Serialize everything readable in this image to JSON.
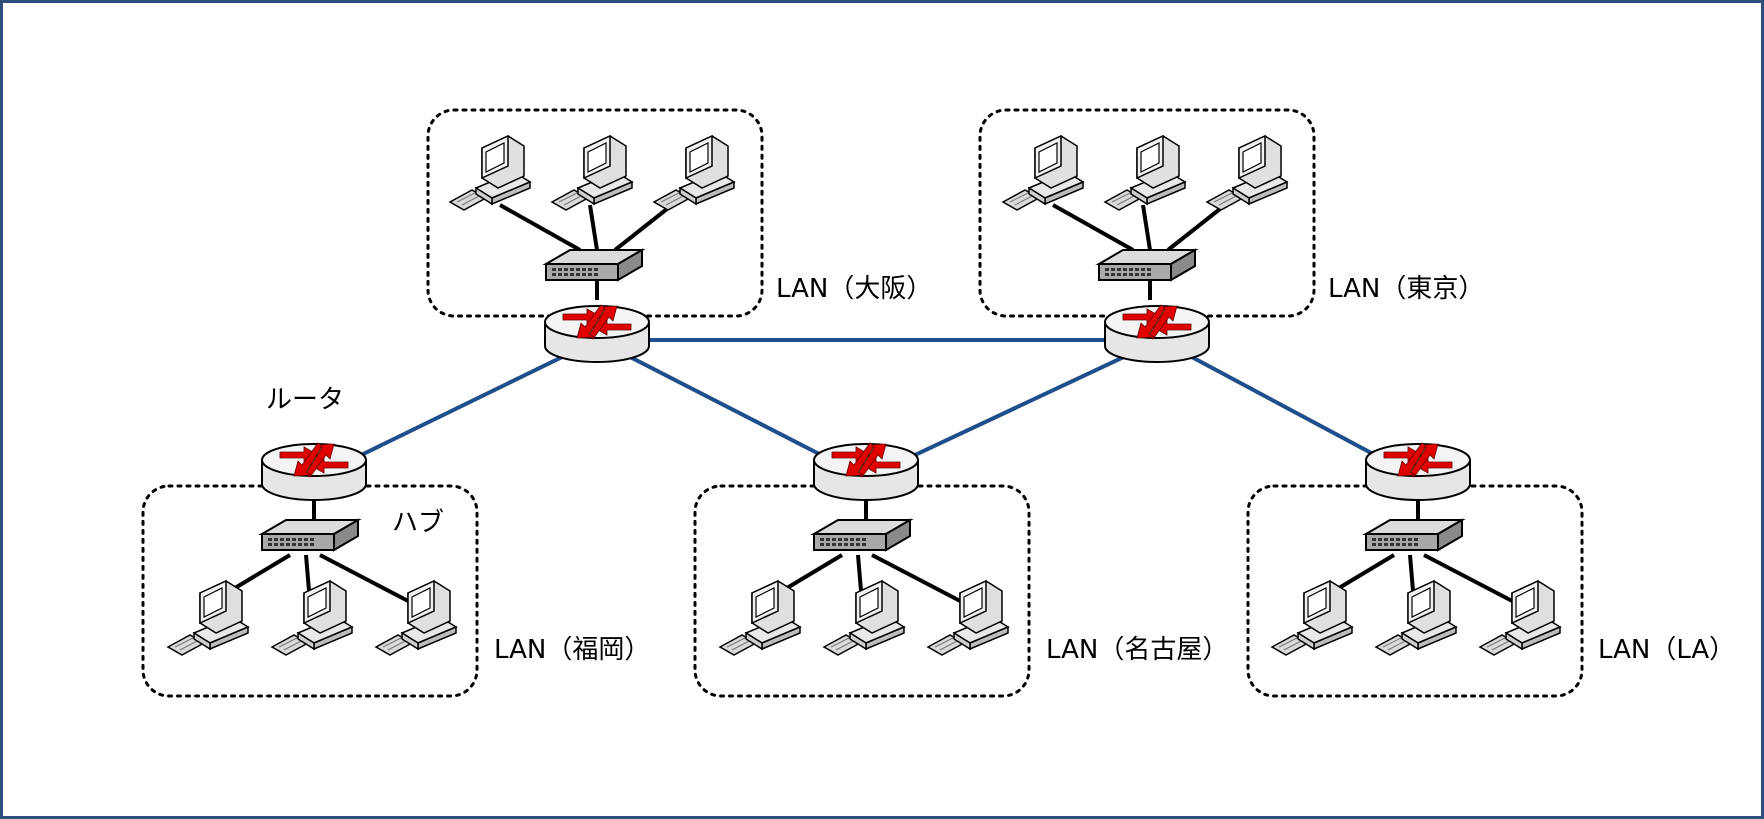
{
  "labels": {
    "router": "ルータ",
    "hub": "ハブ",
    "lan_osaka": "LAN（大阪）",
    "lan_tokyo": "LAN（東京）",
    "lan_fukuoka": "LAN（福岡）",
    "lan_nagoya": "LAN（名古屋）",
    "lan_la": "LAN（LA）"
  },
  "colors": {
    "frame": "#2f4f7f",
    "wan_link": "#1f4e8c",
    "lan_link": "#000000",
    "router_arrow": "#e00000"
  },
  "icons": {
    "router": "router-icon",
    "hub": "hub-icon",
    "pc": "pc-icon"
  }
}
